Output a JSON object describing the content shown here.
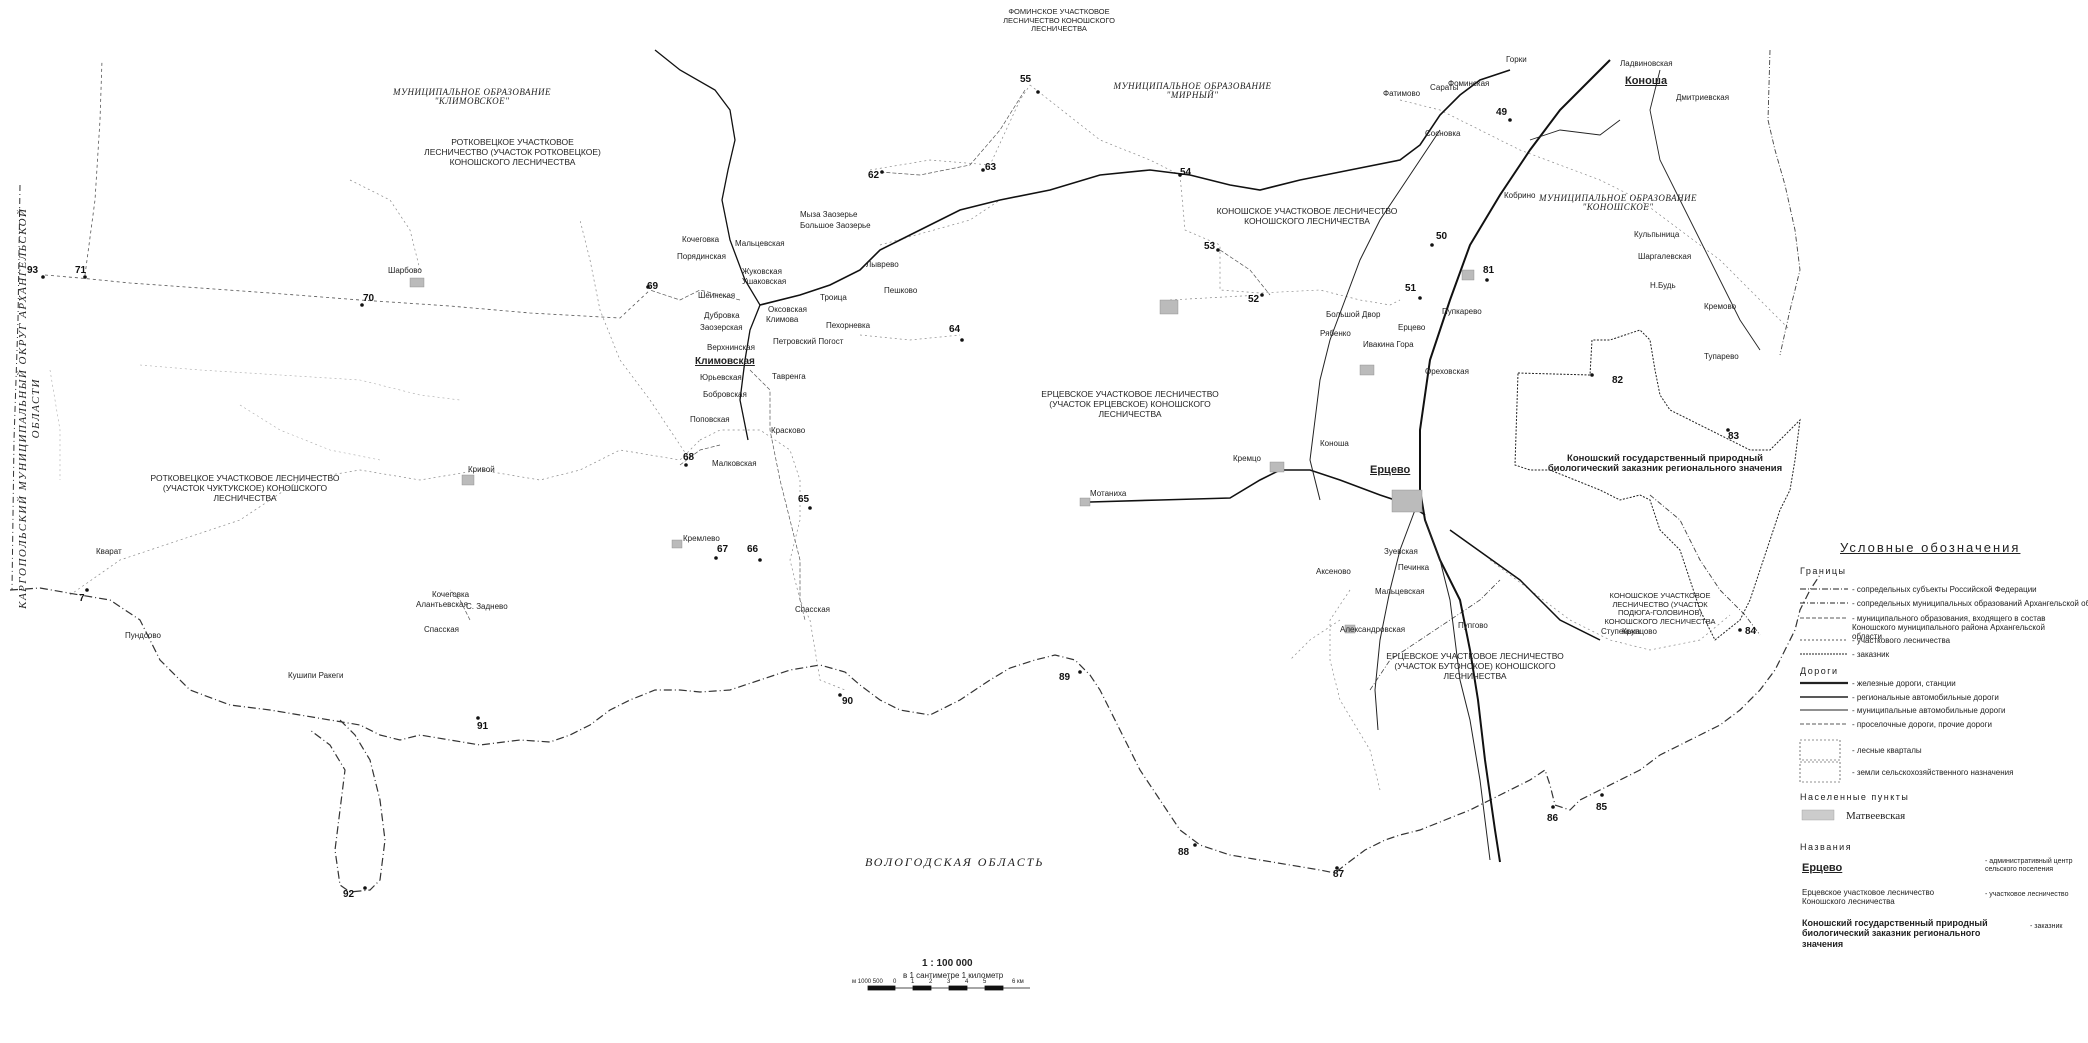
{
  "regions": {
    "klimovskoe": "МУНИЦИПАЛЬНОЕ ОБРАЗОВАНИЕ \"КЛИМОВСКОЕ\"",
    "mirny": "МУНИЦИПАЛЬНОЕ ОБРАЗОВАНИЕ \"МИРНЫЙ\"",
    "konoshskoe": "МУНИЦИПАЛЬНОЕ ОБРАЗОВАНИЕ \"КОНОШСКОЕ\"",
    "kargopol": "КАРГОПОЛЬСКИЙ МУНИЦИПАЛЬНЫЙ ОКРУГ АРХАНГЕЛЬСКОЙ ОБЛАСТИ",
    "vologda": "ВОЛОГОДСКАЯ ОБЛАСТЬ"
  },
  "forestries": {
    "fominskoe": "ФОМИНСКОЕ УЧАСТКОВОЕ ЛЕСНИЧЕСТВО КОНОШСКОГО ЛЕСНИЧЕСТВА",
    "rotkovets_1": "РОТКОВЕЦКОЕ УЧАСТКОВОЕ ЛЕСНИЧЕСТВО (УЧАСТОК РОТКОВЕЦКОЕ) КОНОШСКОГО ЛЕСНИЧЕСТВА",
    "rotkovets_2": "РОТКОВЕЦКОЕ УЧАСТКОВОЕ ЛЕСНИЧЕСТВО (УЧАСТОК ЧУКТУКСКОЕ) КОНОШСКОГО ЛЕСНИЧЕСТВА",
    "konosh": "КОНОШСКОЕ УЧАСТКОВОЕ ЛЕСНИЧЕСТВО КОНОШСКОГО ЛЕСНИЧЕСТВА",
    "ertsevo_1": "ЕРЦЕВСКОЕ УЧАСТКОВОЕ ЛЕСНИЧЕСТВО (УЧАСТОК ЕРЦЕВСКОЕ) КОНОШСКОГО ЛЕСНИЧЕСТВА",
    "ertsevo_2": "ЕРЦЕВСКОЕ УЧАСТКОВОЕ ЛЕСНИЧЕСТВО (УЧАСТОК БУТОНСКОЕ) КОНОШСКОГО ЛЕСНИЧЕСТВА",
    "konosh_2": "КОНОШСКОЕ УЧАСТКОВОЕ ЛЕСНИЧЕСТВО (УЧАСТОК ПОДЮГА-ГОЛОВИНОВ) КОНОШСКОГО ЛЕСНИЧЕСТВА"
  },
  "admin_centers": {
    "klimovskaya": "Климовская",
    "ertsevo": "Ерцево",
    "konosha": "Коноша"
  },
  "zakaznik": "Коношский государственный природный биологический заказник регионального значения",
  "settlements": [
    "Кочеговка",
    "Порядинская",
    "Мальцевская",
    "Жуковская",
    "Ушаковская",
    "Шеинская",
    "Дубровка",
    "Заозерская",
    "Верхнинская",
    "Юрьевская",
    "Бобровская",
    "Поповская",
    "Мыза Заозерье",
    "Большое Заозерье",
    "Лыврево",
    "Пешково",
    "Троица",
    "Пехорневка",
    "Оксовская",
    "Климова",
    "Петровский Погост",
    "Тавренга",
    "Малковская",
    "Красково",
    "Спасская",
    "Шарбово",
    "Кочеговка",
    "Алантьевская",
    "С. Заднево",
    "Кривой",
    "Спасская",
    "Мотаниха",
    "Кремлево",
    "Пундсово",
    "Кварат",
    "Кушипи Ракеги",
    "Горки",
    "Сараты",
    "Фоминская",
    "Фатимово",
    "Сосновка",
    "Большой Двор",
    "Рябенко",
    "Ивакина Гора",
    "Ореховская",
    "Пупкарево",
    "Ерцево",
    "Кремцо",
    "Зуевская",
    "Печинка",
    "Мальцевская",
    "Аксеново",
    "Александровская",
    "Пупгово",
    "Кобрино",
    "Коноша",
    "Дмитриевская",
    "Ладвиновская",
    "Кульпыница",
    "Шаргалевская",
    "Н.Будь",
    "Кремово",
    "Тупарево",
    "Ступенька",
    "Крупцово"
  ],
  "points": [
    "93",
    "71",
    "70",
    "69",
    "68",
    "67",
    "66",
    "65",
    "64",
    "63",
    "62",
    "55",
    "54",
    "53",
    "52",
    "51",
    "50",
    "49",
    "81",
    "82",
    "83",
    "84",
    "85",
    "86",
    "87",
    "88",
    "89",
    "90",
    "91",
    "92",
    "7"
  ],
  "legend": {
    "title": "Условные обозначения",
    "borders_head": "Границы",
    "borders": [
      "- сопредельных субъекты Российской Федерации",
      "- сопредельных муниципальных образований Архангельской области",
      "- муниципального образования, входящего в состав Коношского муниципального района Архангельской области",
      "- участкового лесничества",
      "- заказник"
    ],
    "roads_head": "Дороги",
    "roads": [
      "- железные дороги, станции",
      "- региональные автомобильные дороги",
      "- муниципальные автомобильные дороги",
      "- проселочные дороги, прочие дороги"
    ],
    "areas": [
      "- лесные кварталы",
      "- земли сельскохозяйственного назначения"
    ],
    "settlements_head": "Населенные пункты",
    "settlement_sample": "Матвеевская",
    "names_head": "Названия",
    "name_center_sample": "Ерцево",
    "name_center_desc": "- административный центр сельского поселения",
    "name_forestry_sample": "Ерцевское участковое лесничество Коношского лесничества",
    "name_forestry_desc": "- участковое лесничество",
    "name_zakaznik_sample": "Коношский государственный природный биологический заказник регионального значения",
    "name_zakaznik_desc": "- заказник"
  },
  "scale": {
    "ratio": "1 : 100 000",
    "desc": "в 1 сантиметре 1 километр",
    "ticks": [
      "м 1000 500",
      "0",
      "1",
      "2",
      "3",
      "4",
      "5",
      "6 км"
    ]
  }
}
